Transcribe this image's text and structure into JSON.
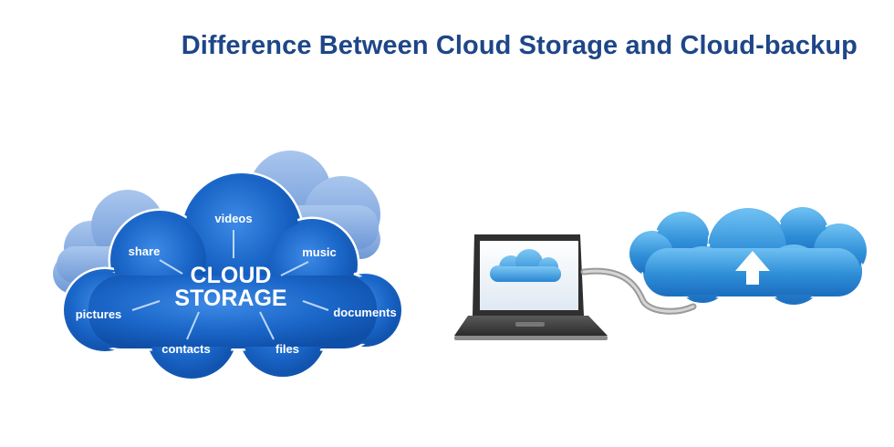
{
  "page": {
    "title": "Difference Between Cloud Storage and Cloud-backup"
  },
  "cloud_storage": {
    "heading_line1": "CLOUD",
    "heading_line2": "STORAGE",
    "items": [
      {
        "label": "videos"
      },
      {
        "label": "music"
      },
      {
        "label": "documents"
      },
      {
        "label": "files"
      },
      {
        "label": "contacts"
      },
      {
        "label": "pictures"
      },
      {
        "label": "share"
      }
    ]
  },
  "colors": {
    "title": "#1e4688",
    "storage_cloud": "#1a66c8",
    "storage_cloud_outline": "#ffffff",
    "back_cloud": "#8fb2e4",
    "backup_cloud": "#2f8fd8"
  },
  "icons": {
    "laptop": "laptop-icon",
    "cable": "cable-icon",
    "upload": "upload-arrow-icon"
  }
}
